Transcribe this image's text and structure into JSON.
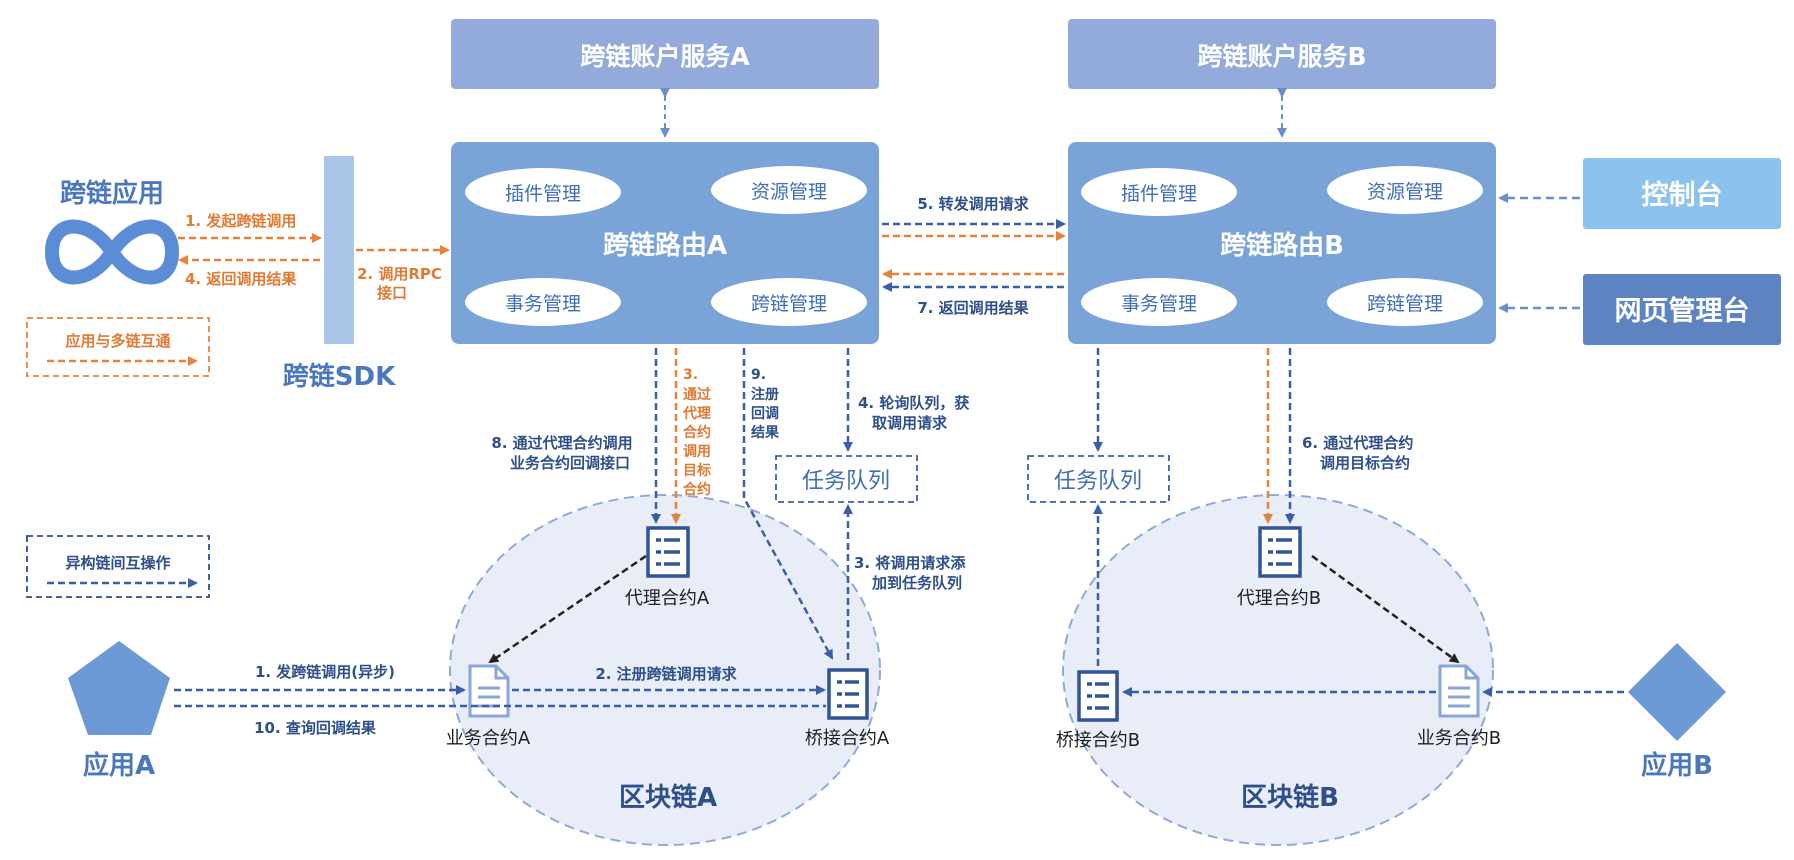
{
  "colors": {
    "router_box": "#7aa3d8",
    "account_box": "#93abda",
    "console_box": "#8cc3ee",
    "web_console_box": "#5d84c0",
    "sdk_bar": "#a9c6e8",
    "ellipse_fill": "#ffffff",
    "chain_fill": "#e8edf7",
    "chain_stroke": "#8eaadb",
    "arrow_blue": "#3a5fa8",
    "arrow_orange": "#e8823a",
    "arrow_black": "#222222",
    "title_blue": "#4a78bd",
    "icon_blue": "#2f5597"
  },
  "account_service_a": "跨链账户服务A",
  "account_service_b": "跨链账户服务B",
  "router_a": {
    "title": "跨链路由A",
    "modules": [
      "插件管理",
      "资源管理",
      "事务管理",
      "跨链管理"
    ]
  },
  "router_b": {
    "title": "跨链路由B",
    "modules": [
      "插件管理",
      "资源管理",
      "事务管理",
      "跨链管理"
    ]
  },
  "console": "控制台",
  "web_console": "网页管理台",
  "cross_chain_app": "跨链应用",
  "sdk": "跨链SDK",
  "legend_app": "应用与多链互通",
  "legend_hetero": "异构链间互操作",
  "app_a": "应用A",
  "app_b": "应用B",
  "task_queue_a": "任务队列",
  "task_queue_b": "任务队列",
  "chain_a": "区块链A",
  "chain_b": "区块链B",
  "proxy_contract_a": "代理合约A",
  "business_contract_a": "业务合约A",
  "bridge_contract_a": "桥接合约A",
  "proxy_contract_b": "代理合约B",
  "business_contract_b": "业务合约B",
  "bridge_contract_b": "桥接合约B",
  "steps": {
    "app_1": "1. 发起跨链调用",
    "app_4": "4. 返回调用结果",
    "sdk_2_l1": "2. 调用RPC",
    "sdk_2_l2": "接口",
    "forward_5": "5. 转发调用请求",
    "return_7": "7. 返回调用结果",
    "step3_orange": [
      "3.",
      "通过",
      "代理",
      "合约",
      "调用",
      "目标",
      "合约"
    ],
    "step9": [
      "9.",
      "注册",
      "回调",
      "结果"
    ],
    "step8_l1": "8. 通过代理合约调用",
    "step8_l2": "业务合约回调接口",
    "step4_l1": "4. 轮询队列，获",
    "step4_l2": "取调用请求",
    "step3_add_l1": "3. 将调用请求添",
    "step3_add_l2": "加到任务队列",
    "step6_l1": "6. 通过代理合约",
    "step6_l2": "调用目标合约",
    "chain_1": "1. 发跨链调用(异步)",
    "chain_2": "2. 注册跨链调用请求",
    "chain_10": "10. 查询回调结果"
  }
}
